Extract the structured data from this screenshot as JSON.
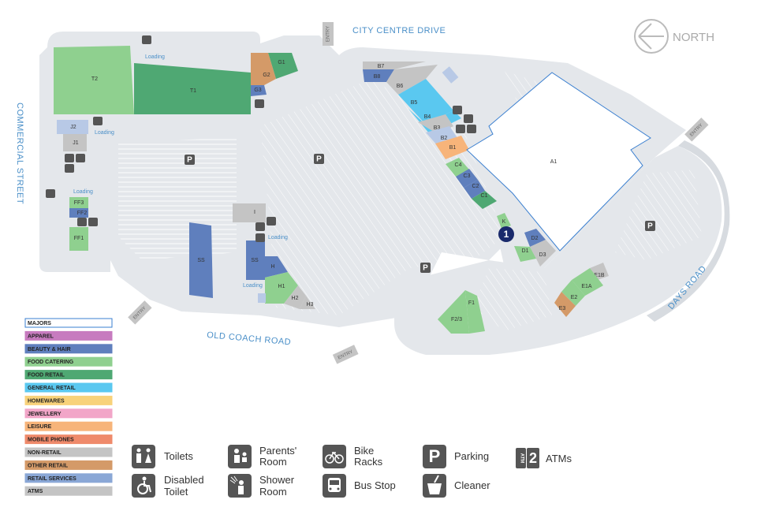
{
  "roads": {
    "city_centre_drive": "CITY CENTRE DRIVE",
    "commercial_street": "COMMERCIAL STREET",
    "old_coach_road": "OLD COACH ROAD",
    "days_road": "DAYS ROAD"
  },
  "compass": {
    "label": "NORTH"
  },
  "entry_label": "ENTRY",
  "loading_label": "Loading",
  "parking_letter": "P",
  "atm_marker": "1",
  "units": {
    "T1": "T1",
    "T2": "T2",
    "G1": "G1",
    "G2": "G2",
    "G3": "G3",
    "J1": "J1",
    "J2": "J2",
    "FF1": "FF1",
    "FF2": "FF2",
    "FF3": "FF3",
    "SS": "SS",
    "I": "I",
    "H": "H",
    "H1": "H1",
    "H2": "H2",
    "H3": "H3",
    "B1": "B1",
    "B2": "B2",
    "B3": "B3",
    "B4": "B4",
    "B5": "B5",
    "B6": "B6",
    "B7": "B7",
    "B8": "B8",
    "C1": "C1",
    "C2": "C2",
    "C3": "C3",
    "C4": "C4",
    "A1": "A1",
    "K": "K",
    "D1": "D1",
    "D2": "D2",
    "D3": "D3",
    "E1A": "E1A",
    "E1B": "E1B",
    "E2": "E2",
    "E3": "E3",
    "F1": "F1",
    "F23": "F2/3"
  },
  "legend": [
    {
      "label": "MAJORS",
      "color": "#ffffff",
      "border": "#3a7fd0"
    },
    {
      "label": "APPAREL",
      "color": "#c77bbf",
      "border": "#c77bbf"
    },
    {
      "label": "BEAUTY & HAIR",
      "color": "#5f7fbd",
      "border": "#5f7fbd"
    },
    {
      "label": "FOOD CATERING",
      "color": "#8fd08f",
      "border": "#8fd08f"
    },
    {
      "label": "FOOD RETAIL",
      "color": "#4fa873",
      "border": "#4fa873"
    },
    {
      "label": "GENERAL RETAIL",
      "color": "#5ac8f0",
      "border": "#5ac8f0"
    },
    {
      "label": "HOMEWARES",
      "color": "#f8d27a",
      "border": "#f8d27a"
    },
    {
      "label": "JEWELLERY",
      "color": "#f2a6c8",
      "border": "#f2a6c8"
    },
    {
      "label": "LEISURE",
      "color": "#f7b47a",
      "border": "#f7b47a"
    },
    {
      "label": "MOBILE PHONES",
      "color": "#ef8a6b",
      "border": "#ef8a6b"
    },
    {
      "label": "NON-RETAIL",
      "color": "#c4c4c4",
      "border": "#c4c4c4"
    },
    {
      "label": "OTHER RETAIL",
      "color": "#d49a68",
      "border": "#d49a68"
    },
    {
      "label": "RETAIL SERVICES",
      "color": "#8aa7d6",
      "border": "#8aa7d6"
    },
    {
      "label": "ATMS",
      "color": "#c4c4c4",
      "border": "#c4c4c4"
    }
  ],
  "key": {
    "toilets": "Toilets",
    "disabled_1": "Disabled",
    "disabled_2": "Toilet",
    "parents_1": "Parents'",
    "parents_2": "Room",
    "shower_1": "Shower",
    "shower_2": "Room",
    "bike_1": "Bike",
    "bike_2": "Racks",
    "bus": "Bus Stop",
    "parking": "Parking",
    "cleaner": "Cleaner",
    "atms": "ATMs",
    "atm_badge": "ATM",
    "atm_num": "2"
  },
  "colors": {
    "ground": "#e4e7eb",
    "parking_lines": "#ffffff",
    "road_label": "#4a8fc8",
    "icon_bg": "#555555"
  }
}
